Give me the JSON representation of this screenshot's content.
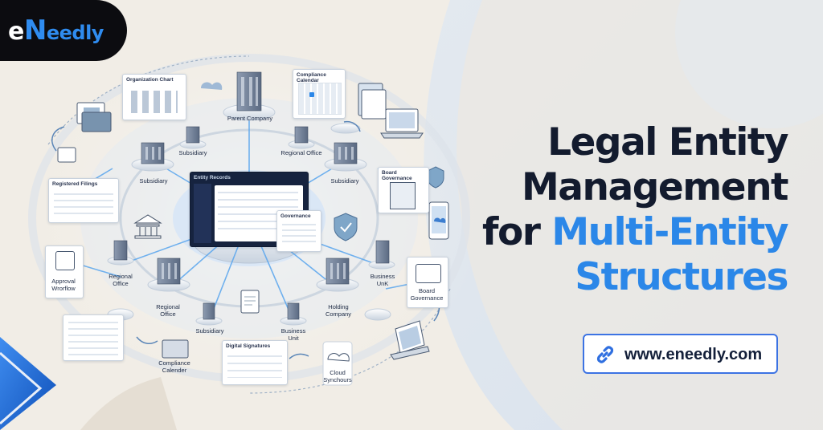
{
  "brand": {
    "e": "e",
    "n": "N",
    "rest": "eedly"
  },
  "headline": {
    "line1": "Legal Entity",
    "line2": "Management",
    "line3_dark": "for ",
    "line3_blue": "Multi-Entity",
    "line4": "Structures"
  },
  "url": {
    "text": "www.eneedly.com",
    "icon": "link-icon"
  },
  "cards": {
    "org_chart": "Organization Chart",
    "compliance_calendar_top": "Compliance Calendar",
    "registered_filings": "Registered Filings",
    "board_governance_top": "Board Governance",
    "governance": "Governance",
    "entity_records": "Entity Records",
    "digital_signatures": "Digital Signatures"
  },
  "labels": {
    "parent_company": "Parent Company",
    "subsidiary_left": "Subsidiary",
    "subsidiary_top": "Subsidiary",
    "regional_office_top": "Regional Office",
    "subsidiary_right": "Subsidiary",
    "approval_workflow": "Approval Wrorflow",
    "regional_office_left": "Regional Office",
    "regional_office_bottom": "Regional Office",
    "subsidiary_bottom": "Subsidiary",
    "business_unit_bottom": "Business Unit",
    "holding_company": "Holding Company",
    "business_unit_right": "Business UnK",
    "board_governance_right": "Board Governance",
    "compliance_calendar_bottom": "Compliance Calender",
    "cloud_synchours": "Cloud Synchours"
  },
  "colors": {
    "accent": "#2b87e8",
    "dark": "#131b2e",
    "logo_bg": "#0c0c10"
  }
}
